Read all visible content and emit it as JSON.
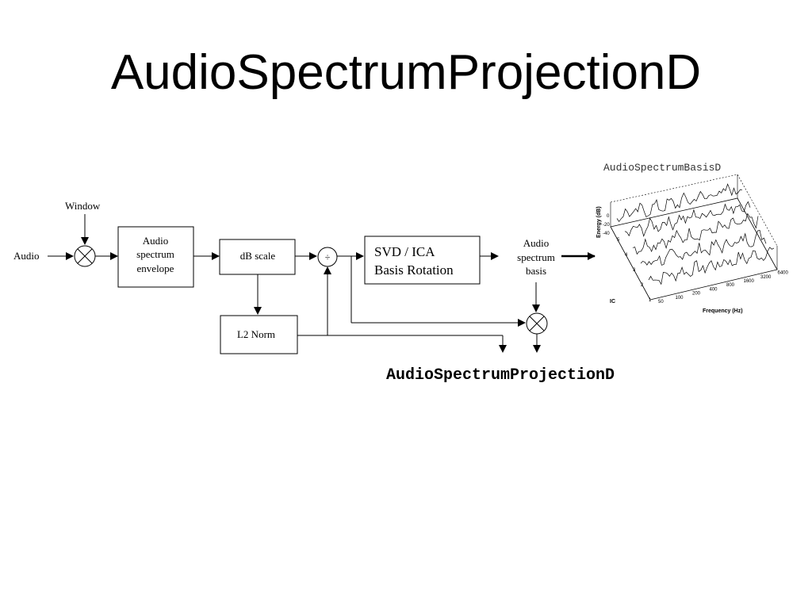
{
  "title": "AudioSpectrumProjectionD",
  "basis_caption": "AudioSpectrumBasisD",
  "output_caption": "AudioSpectrumProjectionD",
  "diagram": {
    "window_label": "Window",
    "audio_label": "Audio",
    "envelope_box": [
      "Audio",
      "spectrum",
      "envelope"
    ],
    "db_box": "dB scale",
    "l2_box": "L2 Norm",
    "divide_symbol": "÷",
    "svd_box": [
      "SVD / ICA",
      "Basis Rotation"
    ],
    "basis_label": [
      "Audio",
      "spectrum",
      "basis"
    ]
  },
  "plot3d": {
    "zlabel": "Energy (dB)",
    "ylabel": "IC",
    "xlabel": "Frequency (Hz)",
    "z_ticks": [
      "0",
      "-20",
      "-40"
    ],
    "ic_ticks": [
      "1",
      "2",
      "3",
      "4",
      "5"
    ],
    "freq_ticks": [
      "50",
      "100",
      "200",
      "400",
      "800",
      "1600",
      "3200",
      "6400"
    ]
  }
}
